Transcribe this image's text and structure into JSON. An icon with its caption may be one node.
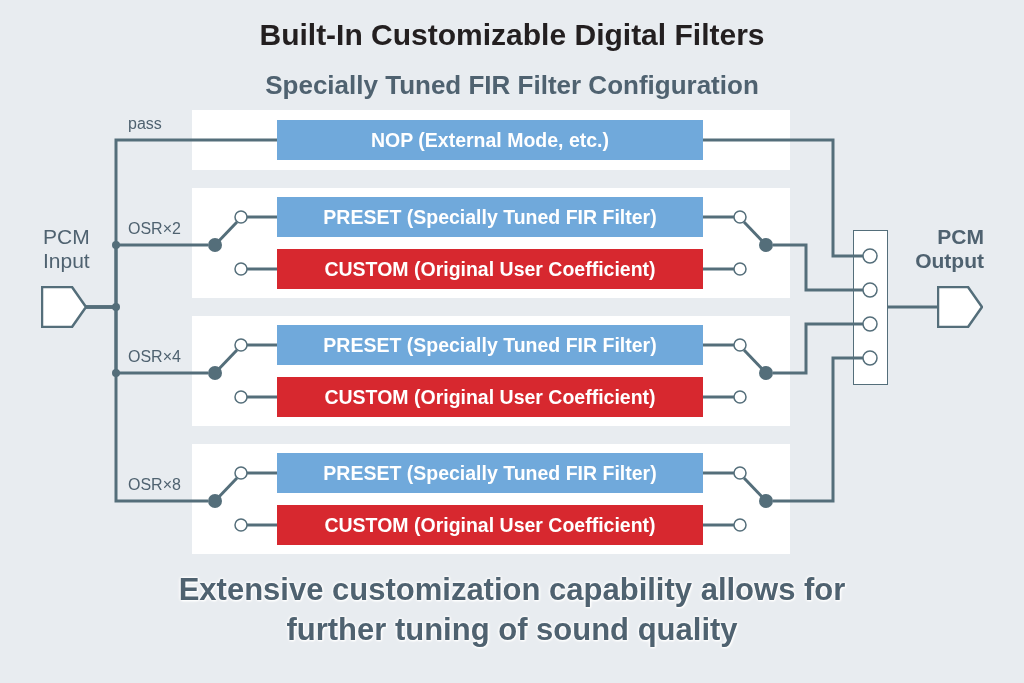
{
  "diagram": {
    "title": "Built-In Customizable Digital Filters",
    "caption": "Extensive customization capability allows for further tuning of sound quality",
    "nodes": [
      {
        "text": [
          "PCM Input"
        ]
      },
      {
        "text": [],
        "shape": "box"
      },
      {
        "text": [
          "NOP (External Mode, etc.)"
        ],
        "in": 1
      },
      {
        "text": [],
        "shape": "box"
      },
      {
        "text": [
          "PRESET (Specially Tuned FIR Filter)"
        ],
        "in": 3
      },
      {
        "text": [
          "CUSTOM (Original User Coefficient)"
        ],
        "in": 3
      },
      {
        "text": [],
        "shape": "switch",
        "in": 3
      },
      {
        "text": [],
        "shape": "switch",
        "in": 3
      },
      {
        "text": [],
        "shape": "box"
      },
      {
        "text": [
          "PRESET (Specially Tuned FIR Filter)"
        ],
        "in": 8
      },
      {
        "text": [
          "CUSTOM (Original User Coefficient)"
        ],
        "in": 8
      },
      {
        "text": [],
        "shape": "switch",
        "in": 8
      },
      {
        "text": [],
        "shape": "switch",
        "in": 8
      },
      {
        "text": [],
        "shape": "box"
      },
      {
        "text": [
          "PRESET (Specially Tuned FIR Filter)"
        ],
        "in": 13
      },
      {
        "text": [
          "CUSTOM (Original User Coefficient)"
        ],
        "in": 13
      },
      {
        "text": [],
        "shape": "switch",
        "in": 13
      },
      {
        "text": [],
        "shape": "switch",
        "in": 13
      },
      {
        "text": [],
        "shape": "box"
      },
      {
        "text": [
          "PCM Output"
        ]
      }
    ],
    "edges": [
      {
        "from": 0,
        "to": 2,
        "arrow": "none",
        "label": "pass"
      },
      {
        "from": 2,
        "to": 18,
        "arrow": "none"
      },
      {
        "from": 0,
        "to": 6,
        "arrow": "none",
        "label": "OSR×2"
      },
      {
        "from": 6,
        "to": 4,
        "arrow": "none"
      },
      {
        "from": 6,
        "to": 5,
        "arrow": "none"
      },
      {
        "from": 4,
        "to": 7,
        "arrow": "none"
      },
      {
        "from": 5,
        "to": 7,
        "arrow": "none"
      },
      {
        "from": 7,
        "to": 18,
        "arrow": "none"
      },
      {
        "from": 0,
        "to": 11,
        "arrow": "none",
        "label": "OSR×4"
      },
      {
        "from": 11,
        "to": 9,
        "arrow": "none"
      },
      {
        "from": 11,
        "to": 10,
        "arrow": "none"
      },
      {
        "from": 9,
        "to": 12,
        "arrow": "none"
      },
      {
        "from": 10,
        "to": 12,
        "arrow": "none"
      },
      {
        "from": 12,
        "to": 18,
        "arrow": "none"
      },
      {
        "from": 0,
        "to": 16,
        "arrow": "none",
        "label": "OSR×8"
      },
      {
        "from": 16,
        "to": 14,
        "arrow": "none"
      },
      {
        "from": 16,
        "to": 15,
        "arrow": "none"
      },
      {
        "from": 14,
        "to": 17,
        "arrow": "none"
      },
      {
        "from": 15,
        "to": 17,
        "arrow": "none"
      },
      {
        "from": 17,
        "to": 18,
        "arrow": "none"
      },
      {
        "from": 18,
        "to": 19,
        "arrow": "none"
      }
    ],
    "labels": [
      "Specially Tuned FIR Filter Configuration"
    ]
  }
}
